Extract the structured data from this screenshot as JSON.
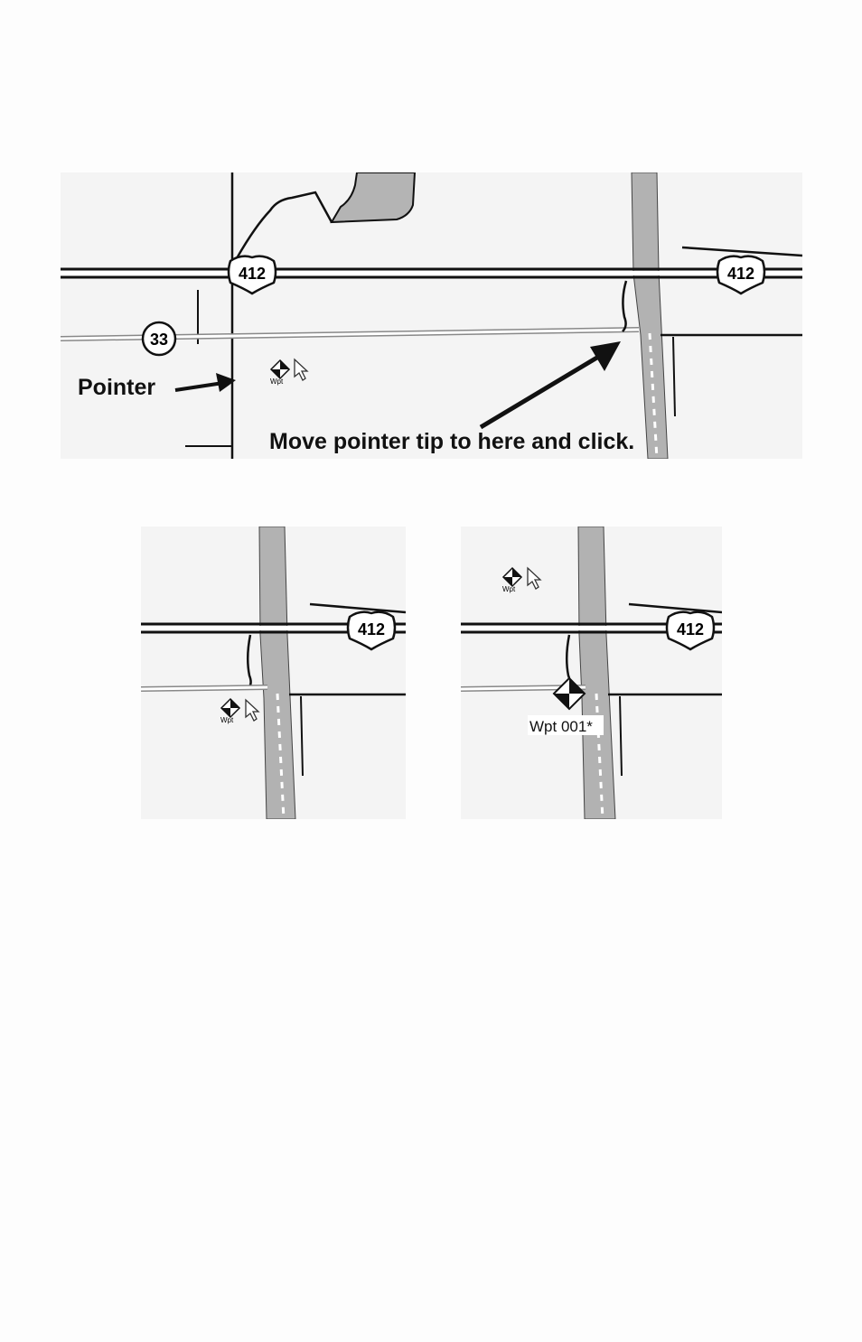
{
  "main_map": {
    "shield_us_left": "412",
    "shield_us_right": "412",
    "shield_state": "33",
    "callout_pointer": "Pointer",
    "callout_instruction": "Move pointer tip to here and click.",
    "cursor_tag": "Wpt"
  },
  "before_map": {
    "shield_us": "412",
    "cursor_tag": "Wpt"
  },
  "after_map": {
    "shield_us": "412",
    "cursor_tag": "Wpt",
    "waypoint_label": "Wpt 001*"
  },
  "icons": [
    "waypoint-cursor-icon",
    "arrow-pointer-icon",
    "waypoint-marker-icon",
    "us-route-shield-icon",
    "state-route-shield-icon"
  ]
}
